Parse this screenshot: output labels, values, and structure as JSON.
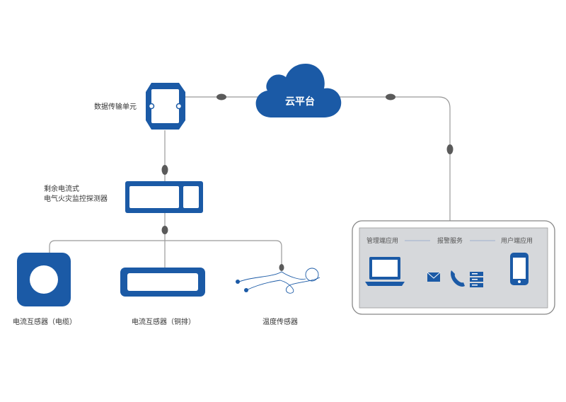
{
  "cloud": {
    "label": "云平台"
  },
  "dtu": {
    "label": "数据传输单元"
  },
  "detector": {
    "label_line1": "剩余电流式",
    "label_line2": "电气火灾监控探测器"
  },
  "sensors": {
    "cable_ct": "电流互感器（电缆）",
    "busbar_ct": "电流互感器（铜排）",
    "temperature": "温度传感器"
  },
  "terminal": {
    "admin_app": "管理端应用",
    "alarm_service": "报警服务",
    "user_app": "用户端应用"
  },
  "colors": {
    "primary": "#1b5aa6",
    "line": "#9a9a9a",
    "connector": "#5a5a5a",
    "panel": "#d6d8db",
    "panel_border": "#888888"
  }
}
